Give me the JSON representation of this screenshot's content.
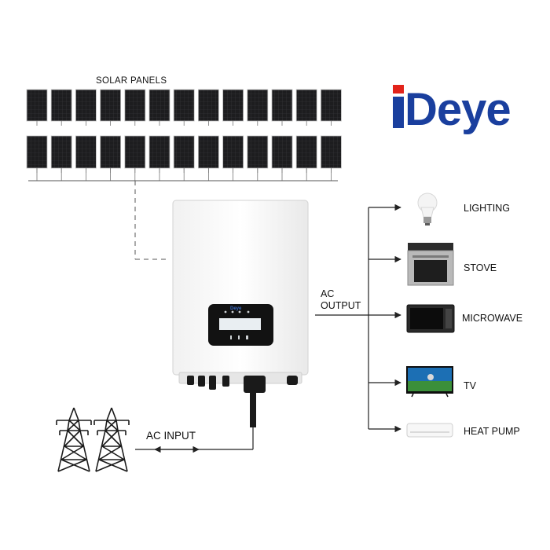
{
  "labels": {
    "solar_panels": "SOLAR PANELS",
    "ac_input": "AC INPUT",
    "ac_output_line1": "AC",
    "ac_output_line2": "OUTPUT"
  },
  "logo": {
    "text": "Deye"
  },
  "inverter": {
    "brand": "Deye"
  },
  "appliances": [
    {
      "label": "LIGHTING",
      "icon": "light-bulb-icon"
    },
    {
      "label": "STOVE",
      "icon": "stove-icon"
    },
    {
      "label": "MICROWAVE",
      "icon": "microwave-icon"
    },
    {
      "label": "TV",
      "icon": "tv-icon"
    },
    {
      "label": "HEAT PUMP",
      "icon": "heat-pump-icon"
    }
  ],
  "colors": {
    "logo_blue": "#1a3f9e",
    "logo_red": "#e2231a",
    "panel": "#1c1c1c",
    "line": "#222222"
  }
}
